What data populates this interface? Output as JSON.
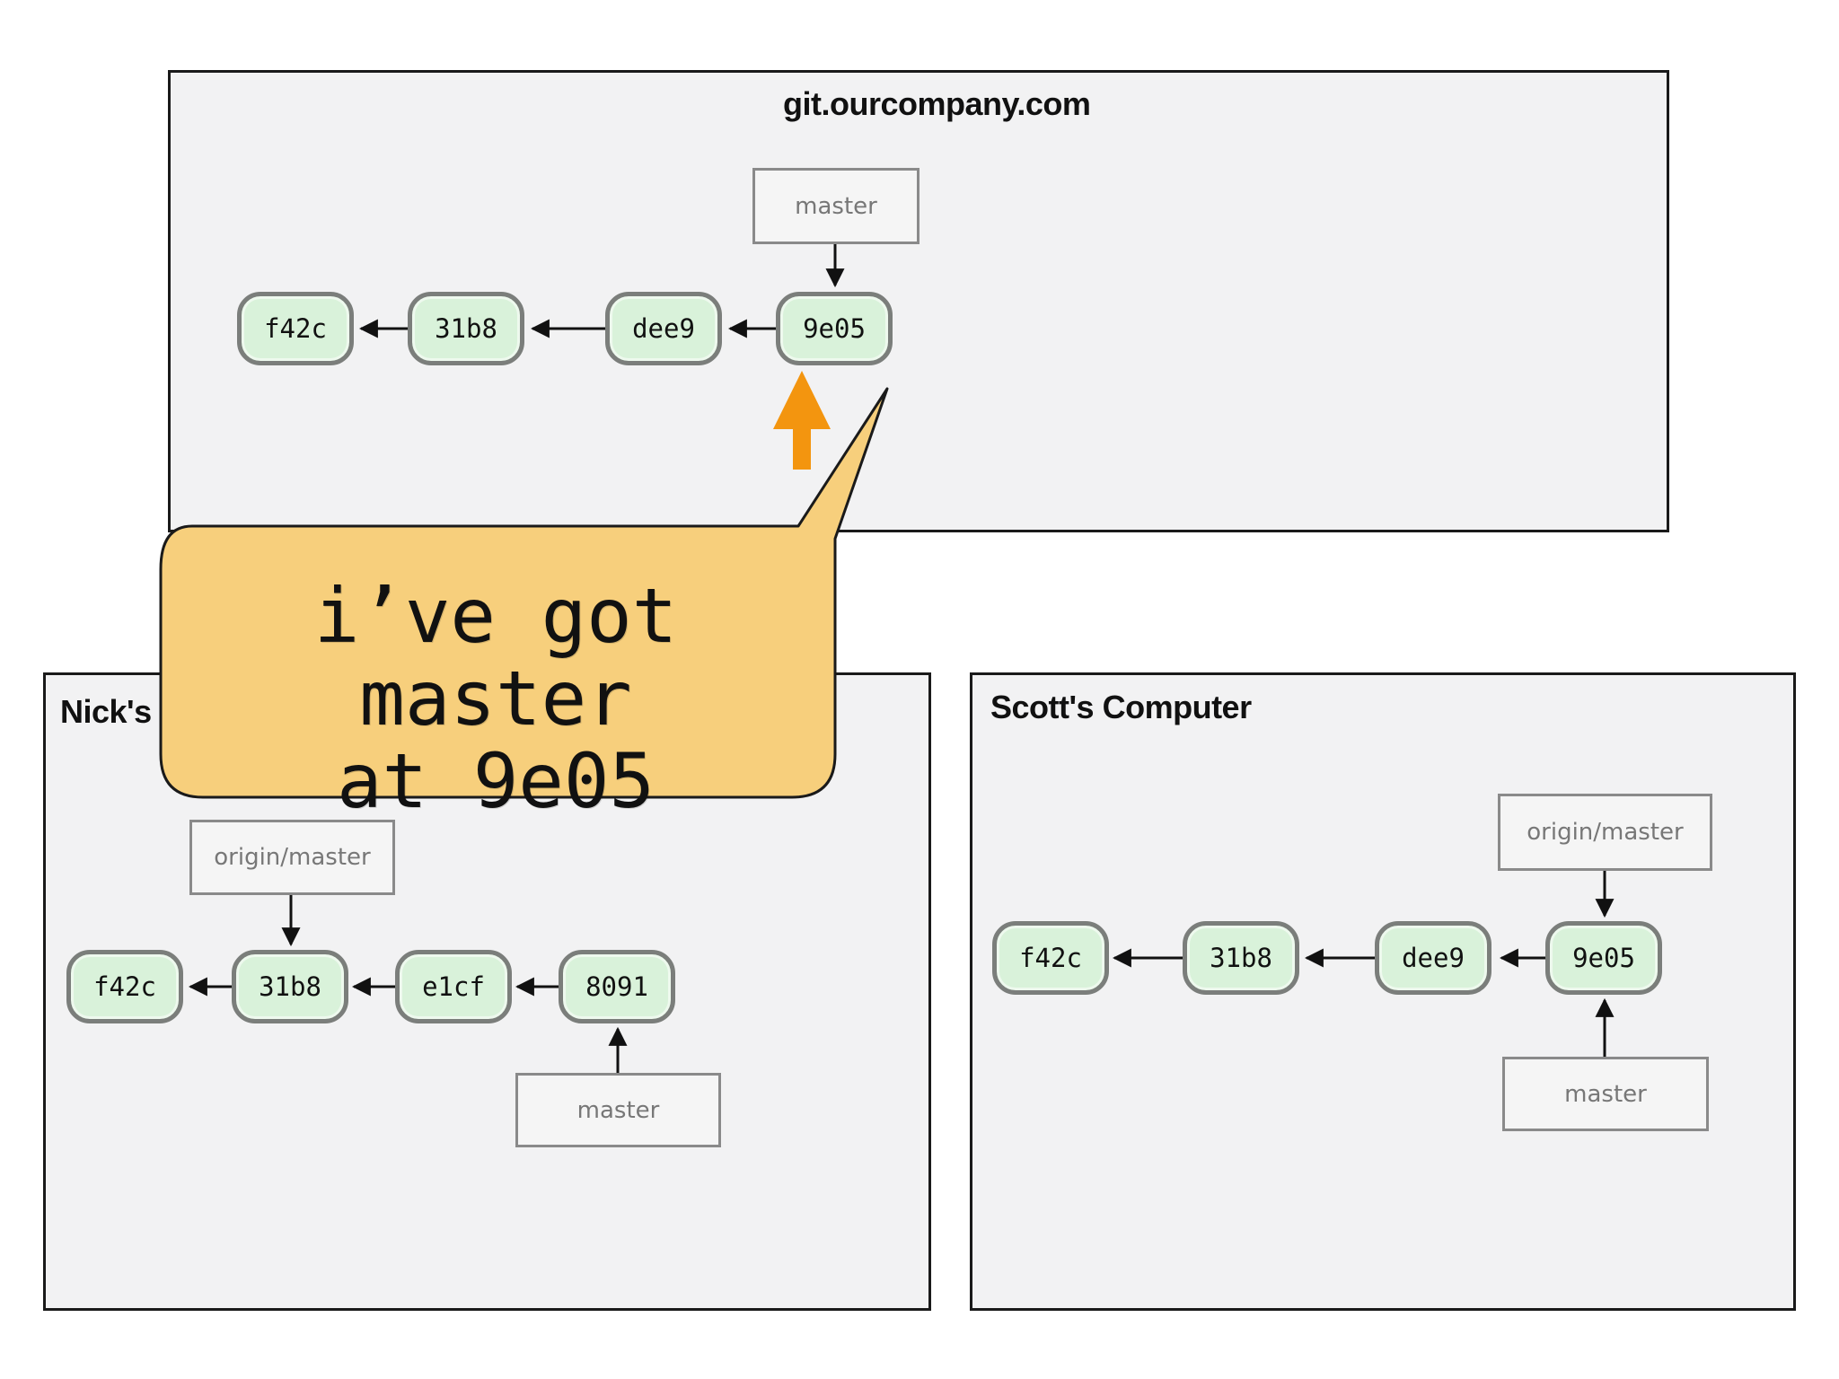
{
  "server": {
    "title": "git.ourcompany.com",
    "commits": [
      "f42c",
      "31b8",
      "dee9",
      "9e05"
    ],
    "master_label": "master"
  },
  "nick": {
    "title": "Nick's",
    "commits": [
      "f42c",
      "31b8",
      "e1cf",
      "8091"
    ],
    "origin_label": "origin/master",
    "master_label": "master"
  },
  "scott": {
    "title": "Scott's Computer",
    "commits": [
      "f42c",
      "31b8",
      "dee9",
      "9e05"
    ],
    "origin_label": "origin/master",
    "master_label": "master"
  },
  "bubble": {
    "line1": "i’ve got master",
    "line2": "at 9e05"
  },
  "colors": {
    "commit_fill": "#d9f2da",
    "commit_border": "#7b7e7b",
    "bubble_fill": "#f7cf7c",
    "orange_arrow": "#f3950f"
  }
}
